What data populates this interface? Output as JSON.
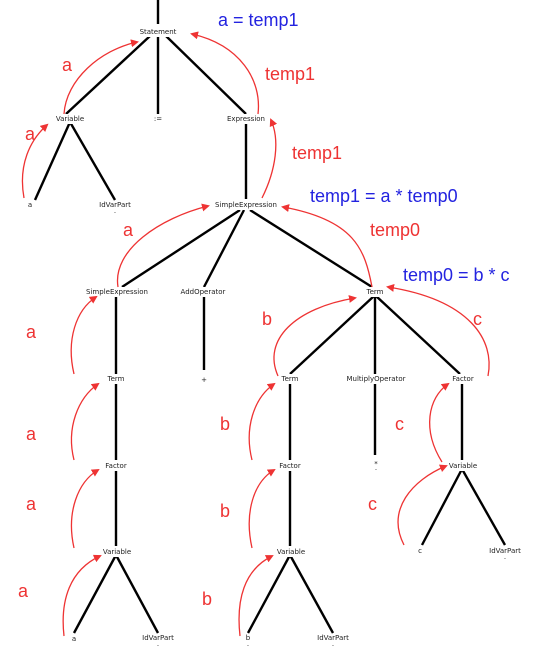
{
  "colors": {
    "edge": "#000000",
    "flow": "#ee3333",
    "code": "#2323e0",
    "node_text": "#222222"
  },
  "nodes": {
    "statement": "Statement",
    "variable_top": "Variable",
    "assign_op": ":=",
    "expression": "Expression",
    "leaf_a_top": "a",
    "idvarpart_top": "IdVarPart",
    "simple_expression_top": "SimpleExpression",
    "simple_expression_left": "SimpleExpression",
    "add_operator": "AddOperator",
    "term_right": "Term",
    "term_left": "Term",
    "plus": "+",
    "term_mid": "Term",
    "multiply_operator": "MultiplyOperator",
    "factor_right": "Factor",
    "factor_left": "Factor",
    "factor_mid": "Factor",
    "star": "*",
    "variable_right": "Variable",
    "variable_left": "Variable",
    "variable_mid": "Variable",
    "leaf_c": "c",
    "idvarpart_right": "IdVarPart",
    "leaf_a_bottom": "a",
    "idvarpart_left": "IdVarPart",
    "leaf_b": "b",
    "idvarpart_mid": "IdVarPart"
  },
  "flow_labels": {
    "a_1": "a",
    "a_2": "a",
    "temp1_1": "temp1",
    "temp1_2": "temp1",
    "temp0": "temp0",
    "a_3": "a",
    "b_1": "b",
    "c_1": "c",
    "a_4": "a",
    "a_5": "a",
    "b_2": "b",
    "c_2": "c",
    "a_6": "a",
    "b_3": "b",
    "c_3": "c",
    "a_7": "a",
    "b_4": "b"
  },
  "code_labels": {
    "statement_code": "a = temp1",
    "expression_code": "temp1 = a * temp0",
    "term_code": "temp0 = b * c"
  }
}
